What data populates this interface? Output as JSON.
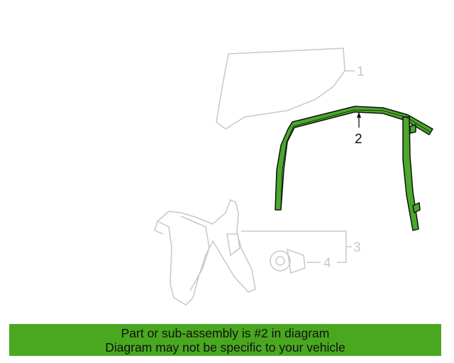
{
  "callouts": {
    "c1": "1",
    "c2": "2",
    "c3": "3",
    "c4": "4"
  },
  "highlighted_part": "2",
  "banner": {
    "line1": "Part or sub-assembly is #2 in diagram",
    "line2": "Diagram may not be specific to your vehicle"
  },
  "colors": {
    "highlight": "#4aa82a",
    "ghost": "#c8c8c8",
    "banner": "#4aa820"
  }
}
